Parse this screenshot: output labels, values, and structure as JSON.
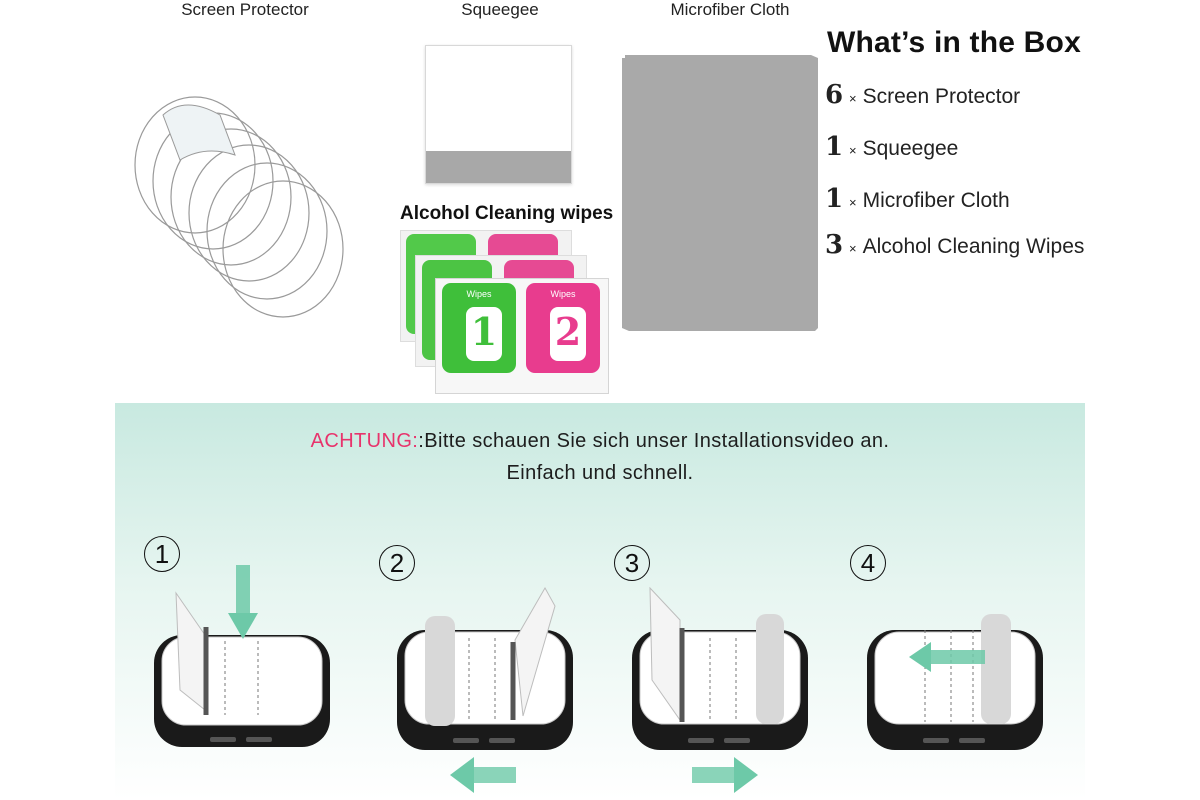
{
  "top_labels": {
    "screen_protector": "Screen Protector",
    "squeegee": "Squeegee",
    "microfiber_cloth": "Microfiber Cloth",
    "alcohol_wipes": "Alcohol Cleaning wipes"
  },
  "box": {
    "title": "What’s in the Box",
    "items": [
      {
        "qty": "6",
        "sep": "×",
        "label": "Screen Protector"
      },
      {
        "qty": "1",
        "sep": "×",
        "label": "Squeegee"
      },
      {
        "qty": "1",
        "sep": "×",
        "label": "Microfiber Cloth"
      },
      {
        "qty": "3",
        "sep": "×",
        "label": "Alcohol Cleaning Wipes"
      }
    ]
  },
  "wipes": {
    "left_title": "Wipes",
    "right_title": "Wipes",
    "left_number": "1",
    "right_number": "2"
  },
  "notice": {
    "warn": "ACHTUNG:",
    "line1": ":Bitte schauen Sie sich unser Installationsvideo an.",
    "line2": "Einfach und schnell."
  },
  "steps": [
    "1",
    "2",
    "3",
    "4"
  ],
  "colors": {
    "accent_pink": "#e8336c",
    "wipe_green": "#3fbf3a",
    "wipe_pink": "#e83c8e",
    "arrow_teal": "#6dc9a8",
    "cloth_gray": "#a9a9a9"
  }
}
